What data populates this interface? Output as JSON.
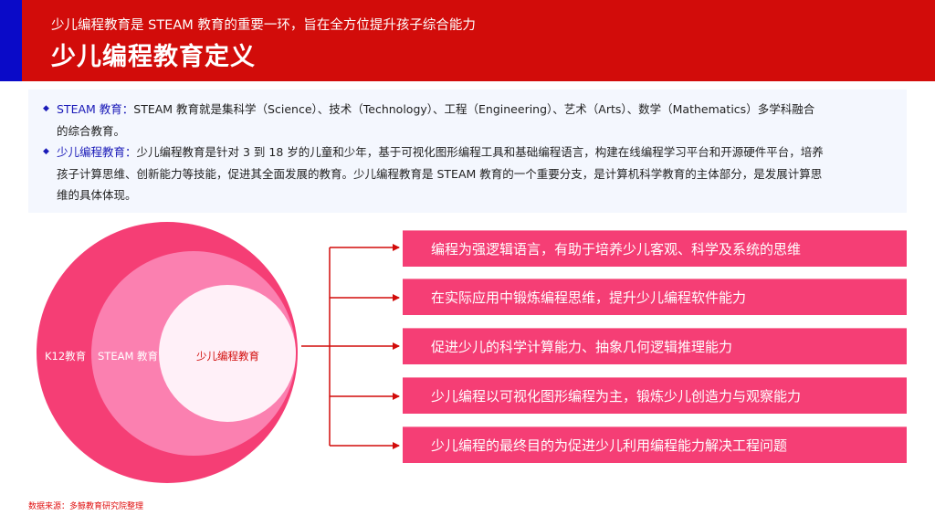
{
  "header": {
    "subtitle": "少儿编程教育是 STEAM 教育的重要一环，旨在全方位提升孩子综合能力",
    "title": "少儿编程教育定义",
    "colors": {
      "header_bg": "#d20c0a",
      "accent_bar": "#0a0ac8"
    }
  },
  "definitions": [
    {
      "term": "STEAM 教育：",
      "line1": "STEAM 教育就是集科学（Science）、技术（Technology）、工程（Engineering）、艺术（Arts）、数学（Mathematics）多学科融合",
      "line2": "的综合教育。"
    },
    {
      "term": "少儿编程教育：",
      "line1": "少儿编程教育是针对 3 到 18 岁的儿童和少年，基于可视化图形编程工具和基础编程语言，构建在线编程学习平台和开源硬件平台，培养",
      "line2": "孩子计算思维、创新能力等技能，促进其全面发展的教育。少儿编程教育是 STEAM 教育的一个重要分支，是计算机科学教育的主体部分，是发展计算思",
      "line3": "维的具体体现。"
    }
  ],
  "diagram": {
    "circles": [
      {
        "label": "K12教育",
        "color": "#f53e75",
        "label_color": "#ffffff"
      },
      {
        "label": "STEAM 教育",
        "color": "#fb80b0",
        "label_color": "#ffffff"
      },
      {
        "label": "少儿编程教育",
        "color": "#fff0f8",
        "label_color": "#d20c0a"
      }
    ],
    "connector_color": "#d20c0a",
    "boxes": [
      "编程为强逻辑语言，有助于培养少儿客观、科学及系统的思维",
      "在实际应用中锻炼编程思维，提升少儿编程软件能力",
      "促进少儿的科学计算能力、抽象几何逻辑推理能力",
      "少儿编程以可视化图形编程为主，锻炼少儿创造力与观察能力",
      "少儿编程的最终目的为促进少儿利用编程能力解决工程问题"
    ],
    "box_color": "#f53e75"
  },
  "footer": {
    "source": "数据来源：多鲸教育研究院整理"
  }
}
